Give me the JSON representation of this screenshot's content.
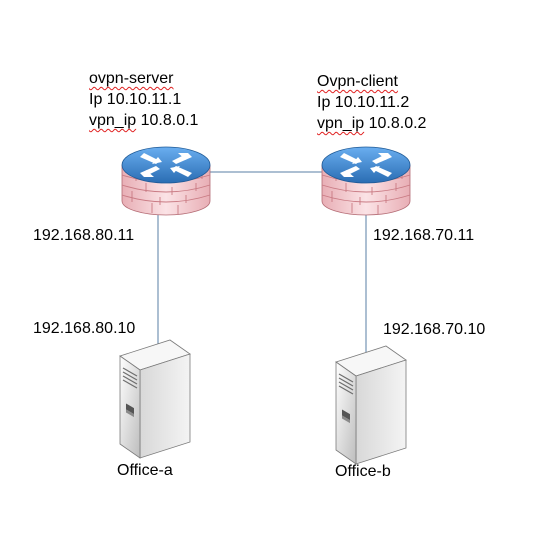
{
  "server_router": {
    "name": "ovpn-server",
    "ip_prefix": "Ip",
    "ip": "10.10.11.1",
    "vpn_prefix": "vpn_ip",
    "vpn_ip": "10.8.0.1",
    "lan_ip": "192.168.80.11",
    "icon": "firewall-router-icon"
  },
  "client_router": {
    "name": "Ovpn-client",
    "ip_prefix": "Ip",
    "ip": "10.10.11.2",
    "vpn_prefix": "vpn_ip",
    "vpn_ip": "10.8.0.2",
    "lan_ip": "192.168.70.11",
    "icon": "firewall-router-icon"
  },
  "office_a": {
    "name": "Office-a",
    "ip": "192.168.80.10",
    "icon": "server-tower-icon"
  },
  "office_b": {
    "name": "Office-b",
    "ip": "192.168.70.10",
    "icon": "server-tower-icon"
  },
  "colors": {
    "link": "#5a7fa5",
    "router_top": "#3c7fc4",
    "router_body": "#f2c4c9",
    "brick_line": "#c97a83",
    "server_body": "#e6e6e6",
    "squiggle": "#e02020"
  }
}
